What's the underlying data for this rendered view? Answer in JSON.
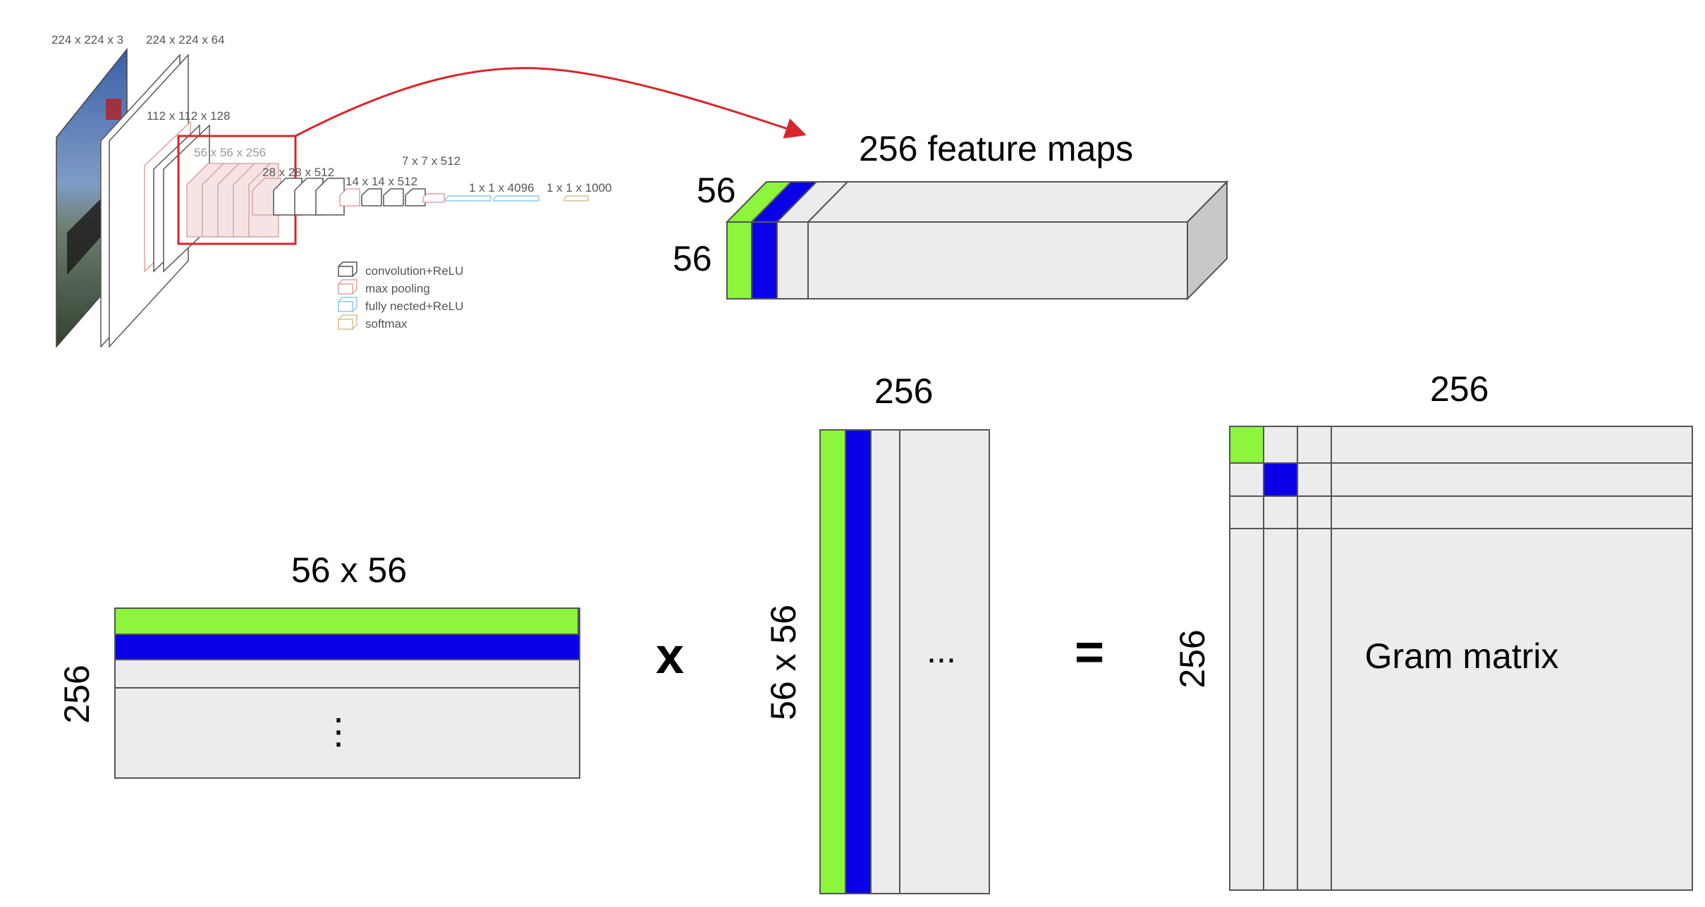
{
  "vgg": {
    "dim_input": "224 x 224 x 3",
    "dim_conv1": "224 x 224 x 64",
    "dim_conv2": "112 x 112 x 128",
    "dim_conv3": "56 x 56 x 256",
    "dim_conv4": "28 x 28 x 512",
    "dim_conv5": "14 x 14 x 512",
    "dim_pool5": "7 x 7 x 512",
    "dim_fc": "1 x 1 x 4096",
    "dim_softmax": "1 x 1 x 1000",
    "legend": {
      "conv": "convolution+ReLU",
      "pool": "max pooling",
      "fc": "fully nected+ReLU",
      "softmax": "softmax"
    }
  },
  "feature_block": {
    "title": "256 feature maps",
    "depth_label": "56",
    "height_label": "56"
  },
  "matrix_a": {
    "top_label": "56 x 56",
    "side_label": "256",
    "ellipsis": "⋮"
  },
  "operator_times": "x",
  "matrix_b": {
    "top_label": "256",
    "side_label": "56 x 56",
    "ellipsis": "..."
  },
  "operator_equals": "=",
  "gram": {
    "top_label": "256",
    "side_label": "256",
    "center_label": "Gram matrix"
  },
  "colors": {
    "green": "#8cf53c",
    "blue": "#0a00e8",
    "grey_fill": "#ececec",
    "stroke": "#555555",
    "highlight": "#d9262b"
  }
}
